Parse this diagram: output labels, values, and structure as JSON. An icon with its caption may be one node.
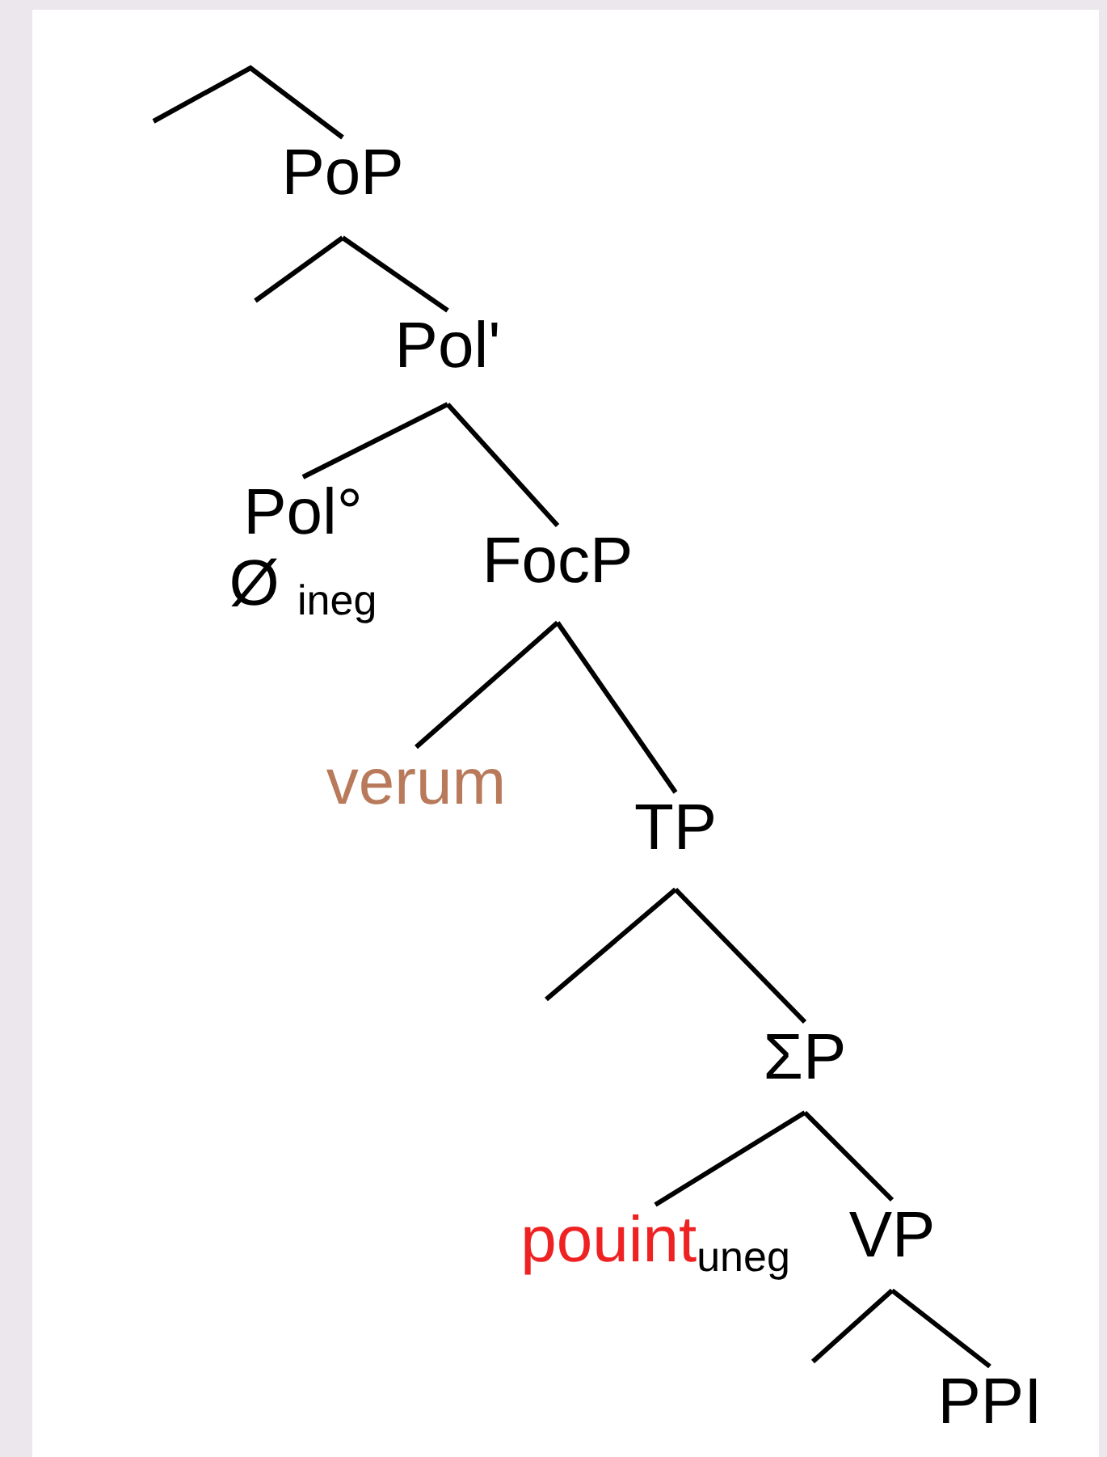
{
  "diagram": {
    "nodes": [
      {
        "text": [
          "PoP"
        ]
      },
      {
        "text": [
          "Pol'"
        ]
      },
      {
        "text": [
          "Pol°",
          "Ø $_{ineg}$"
        ]
      },
      {
        "text": [
          "FocP"
        ]
      },
      {
        "text": [
          "verum"
        ]
      },
      {
        "text": [
          "TP"
        ]
      },
      {
        "text": [
          "ΣP"
        ]
      },
      {
        "text": [
          "pouint$_{uneg}$"
        ]
      },
      {
        "text": [
          "VP"
        ]
      },
      {
        "text": [
          "PPI"
        ]
      }
    ],
    "edges": [
      {
        "from": null,
        "to": 0,
        "arrow": "none"
      },
      {
        "from": 0,
        "to": null,
        "arrow": "none"
      },
      {
        "from": 0,
        "to": 1,
        "arrow": "none"
      },
      {
        "from": 1,
        "to": 2,
        "arrow": "none"
      },
      {
        "from": 1,
        "to": 3,
        "arrow": "none"
      },
      {
        "from": 3,
        "to": 4,
        "arrow": "none"
      },
      {
        "from": 3,
        "to": 5,
        "arrow": "none"
      },
      {
        "from": 5,
        "to": null,
        "arrow": "none"
      },
      {
        "from": 5,
        "to": 6,
        "arrow": "none"
      },
      {
        "from": 6,
        "to": 7,
        "arrow": "none"
      },
      {
        "from": 6,
        "to": 8,
        "arrow": "none"
      },
      {
        "from": 8,
        "to": null,
        "arrow": "none"
      },
      {
        "from": 8,
        "to": 9,
        "arrow": "none"
      }
    ]
  }
}
